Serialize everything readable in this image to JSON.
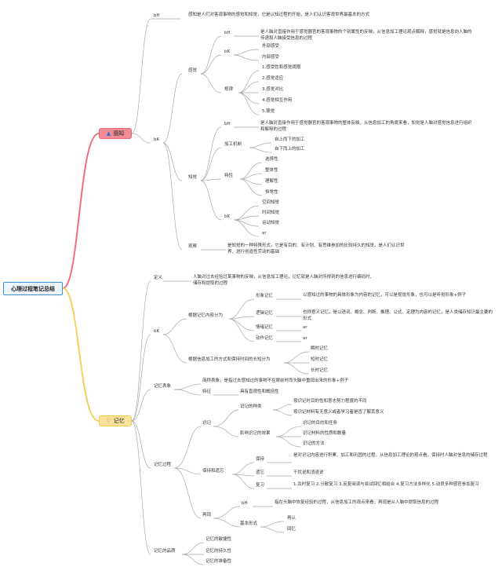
{
  "root": {
    "label": "心理过程笔记总结"
  },
  "colors": {
    "perception_branch": "#f0707c",
    "memory_branch": "#f4cf62",
    "node_line": "#a9a9a9",
    "root_border": "#3b8fd8"
  },
  "perception": {
    "label": "感知",
    "icon": "fire-icon",
    "bh": {
      "label": "bH",
      "text": "感知是人们对客观事物的感觉和知觉，它是认知过程的开始，是人们认识客观世界最基本的方式"
    },
    "bk": {
      "label": "bK",
      "sensation": {
        "label": "感觉",
        "bh": {
          "label": "bH",
          "text": "是人脑对直接作用于感觉器官的客观事物的个别属性的反映，从信息加工理论观点解释，感觉就是信息向人脑的传递和人脑接受信息的过程"
        },
        "bk": {
          "label": "bK",
          "items": [
            "外部感受",
            "内部感受"
          ]
        },
        "law": {
          "label": "规律",
          "items": [
            "1.感受性和感觉阈限",
            "2.感觉适应",
            "3.感觉对比",
            "4.感觉相互作用",
            "5.联觉"
          ]
        }
      },
      "perception": {
        "label": "知觉",
        "bh": {
          "label": "bH",
          "text": "是人脑对直接作用于感觉器官的客观事物的整体反映，从信息加工的角度来看，知觉是人脑对感觉信息进行组织和解释的过程"
        },
        "processing": {
          "label": "加工机制",
          "items": [
            "自上而下的加工",
            "自下而上的加工"
          ]
        },
        "traits": {
          "label": "特性",
          "items": [
            "选择性",
            "整体性",
            "理解性",
            "恒常性"
          ]
        },
        "bk": {
          "label": "bK",
          "items": [
            "空间知觉",
            "时间知觉",
            "运动知觉",
            "ar"
          ]
        }
      },
      "observation": {
        "label": "观察",
        "text": "是知觉的一种特殊形式，它是有目的、有计划、有思维参加的比较持久的知觉，是人们认识世界、进行创造性劳动的基础"
      }
    }
  },
  "memory": {
    "label": "记忆",
    "icon": "heart-icon",
    "definition": {
      "label": "定义",
      "text": "人脑对过去经验过某事物的反映，从信息加工理论，记忆就是人脑对所得到的信息进行编码时、储存和提取的过程"
    },
    "bk": {
      "label": "bK",
      "by_content": {
        "label": "根据记忆内容分为",
        "items": [
          {
            "label": "形象记忆",
            "text": "以感知过的事物的具体形象为内容的记忆，可以是视觉形象，也可以是听觉形象+例子"
          },
          {
            "label": "逻辑记忆",
            "text": "也称意义记忆，是以语词、概念、判断、推理、公式、定理为内容的记忆，是人类储存知识最主要的形式"
          },
          {
            "label": "情绪记忆",
            "text": "ar"
          },
          {
            "label": "动作记忆",
            "text": "ar"
          }
        ]
      },
      "by_time": {
        "label": "根据信息加工的方式和保持时间的长短分为",
        "items": [
          "瞬时记忆",
          "短时记忆",
          "长时记忆"
        ]
      }
    },
    "representation": {
      "label": "记忆表象",
      "definition_text": "简称表象，是指过去感知过的事物不在眼前时而头脑中重现出来的形象+例子",
      "feature_label": "特征",
      "feature_text": "具有直观性和概括性"
    },
    "process": {
      "label": "记忆过程",
      "encode": {
        "label": "识记",
        "types": {
          "label": "识记的种类",
          "items": [
            "按识记时目的性和意志努力程度的不同",
            "按识记材料有无意义或者学习者是否了解其意义"
          ]
        },
        "effect": {
          "label": "影响识记的效果",
          "items": [
            "识记的目的和任务",
            "识记材料的性质和数量",
            "识记的方法"
          ]
        }
      },
      "retain": {
        "label": "保持和遗忘",
        "keep": {
          "label": "保持",
          "text": "是对识记内容进行积累、加工和巩固的过程。从信息加工理论的观点看，保持时人脑对信息的储存过程"
        },
        "forget": {
          "label": "遗忘",
          "text": "干扰说和消退说"
        },
        "review": {
          "label": "复习",
          "text": "1.及时复习 2.分散复习 3.反复阅读与尝试回忆相结合 4.复习方法多样化 5.动员多种感官参加复习"
        }
      },
      "recall": {
        "label": "再现",
        "bh": {
          "label": "bH",
          "text": "指在头脑中恢复经验的过程，从信息加工的观点来看，再现是从人脑中提取信息的过程"
        },
        "forms": {
          "label": "基本形式",
          "items": [
            "再认",
            "回忆"
          ]
        }
      }
    },
    "quality": {
      "label": "记忆的品质",
      "items": [
        "记忆的敏捷性",
        "记忆的持久性",
        "记忆的准备性"
      ]
    }
  }
}
